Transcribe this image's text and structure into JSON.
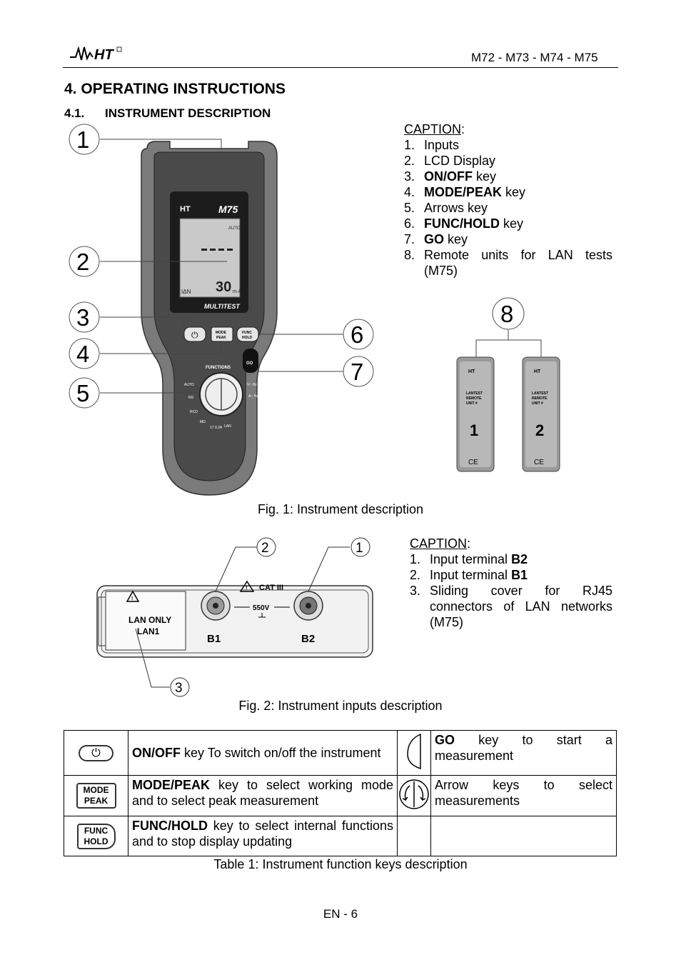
{
  "header": {
    "logo_text": "HT",
    "models": "M72 - M73 - M74 - M75"
  },
  "section": {
    "title": "4. OPERATING INSTRUCTIONS",
    "sub_number": "4.1.",
    "sub_title": "INSTRUMENT DESCRIPTION"
  },
  "figure1": {
    "callouts": [
      "1",
      "2",
      "3",
      "4",
      "5",
      "6",
      "7",
      "8"
    ],
    "device": {
      "model": "M75",
      "brand": "HT",
      "display_mode": "AUTO",
      "display_value": "30",
      "display_unit": "m A",
      "display_label": "IΔN",
      "product_name": "MULTITEST",
      "key_onoff": "⏻",
      "key_mode": [
        "MODE",
        "PEAK"
      ],
      "key_func": [
        "FUNC",
        "HOLD"
      ],
      "key_go": "GO",
      "dial_title": "FUNCTIONS",
      "dial_labels": [
        "AUTO",
        "RΩ",
        "RCD",
        "MΩ",
        "LAN",
        "V~ Hz",
        "A~ Hz",
        "17 0.2A"
      ]
    },
    "remotes": [
      {
        "brand": "HT",
        "label": [
          "LANTEST",
          "REMOTE",
          "UNIT #"
        ],
        "number": "1",
        "mark": "CE"
      },
      {
        "brand": "HT",
        "label": [
          "LANTEST",
          "REMOTE",
          "UNIT #"
        ],
        "number": "2",
        "mark": "CE"
      }
    ],
    "caption_title": "CAPTION",
    "caption_items": [
      {
        "num": "1.",
        "bold": "",
        "text": "Inputs"
      },
      {
        "num": "2.",
        "bold": "",
        "text": "LCD Display"
      },
      {
        "num": "3.",
        "bold": "ON/OFF",
        "text": " key"
      },
      {
        "num": "4.",
        "bold": "MODE/PEAK",
        "text": " key"
      },
      {
        "num": "5.",
        "bold": "",
        "text": "Arrows key"
      },
      {
        "num": "6.",
        "bold": "FUNC/HOLD",
        "text": " key"
      },
      {
        "num": "7.",
        "bold": "GO",
        "text": " key"
      },
      {
        "num": "8.",
        "bold": "",
        "text": "Remote units for LAN tests (M75)"
      }
    ],
    "fig_caption": "Fig. 1: Instrument description"
  },
  "figure2": {
    "callouts": [
      "1",
      "2",
      "3"
    ],
    "panel": {
      "lan_label": [
        "LAN ONLY",
        "LAN1"
      ],
      "cat_label": "CAT III",
      "voltage": "550V",
      "b1": "B1",
      "b2": "B2"
    },
    "caption_title": "CAPTION",
    "caption_items": [
      {
        "num": "1.",
        "text": "Input terminal ",
        "bold": "B2"
      },
      {
        "num": "2.",
        "text": "Input terminal ",
        "bold": "B1"
      },
      {
        "num": "3.",
        "text": "Sliding cover for RJ45 connectors of LAN networks (M75)",
        "bold": ""
      }
    ],
    "fig_caption": "Fig. 2: Instrument inputs description"
  },
  "table1": {
    "rows": [
      {
        "icon_left": "⏻",
        "left_bold": "ON/OFF",
        "left_text": " key To switch on/off the instrument",
        "right_bold": "GO",
        "right_text": " key to start a measurement"
      },
      {
        "icon_left_lines": [
          "MODE",
          "PEAK"
        ],
        "left_bold": "MODE/PEAK",
        "left_text": " key to select working mode and to select peak measurement",
        "right_bold": "",
        "right_text": "Arrow keys to select measurements"
      },
      {
        "icon_left_lines": [
          "FUNC",
          "HOLD"
        ],
        "left_bold": "FUNC/HOLD",
        "left_text": " key to select internal functions and to stop display updating",
        "right_bold": "",
        "right_text": ""
      }
    ],
    "caption": "Table 1: Instrument function keys description"
  },
  "footer": {
    "page": "EN - 6"
  }
}
